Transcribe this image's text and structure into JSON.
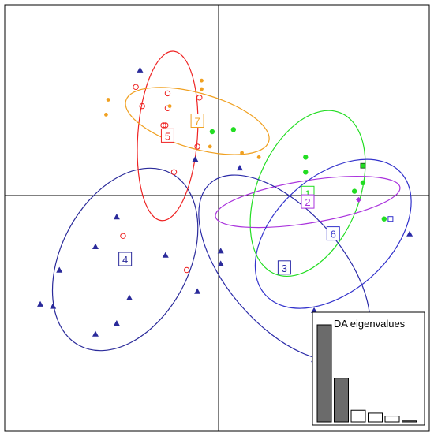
{
  "chart_data": {
    "type": "scatter",
    "description_axes": {
      "xlim": [
        -100,
        100
      ],
      "ylim": [
        -100,
        100
      ],
      "origin_lines": true,
      "grid": false
    },
    "colors": {
      "g1": "#22dd22",
      "g2": "#aa33dd",
      "g3": "#2a2aa8",
      "g4": "#2a2a9a",
      "g5": "#ee2222",
      "g6": "#3333cc",
      "g7": "#f0a020"
    },
    "groups": [
      {
        "label": "1",
        "color": "g1",
        "center": [
          42,
          1
        ],
        "ellipse": {
          "rx": 41,
          "ry": 24,
          "angle": -68
        }
      },
      {
        "label": "2",
        "color": "g2",
        "center": [
          42,
          -3
        ],
        "ellipse": {
          "rx": 44,
          "ry": 10,
          "angle": -9
        }
      },
      {
        "label": "3",
        "color": "g3",
        "center": [
          31,
          -34
        ],
        "ellipse": {
          "rx": 53,
          "ry": 27,
          "angle": 49
        }
      },
      {
        "label": "4",
        "color": "g4",
        "center": [
          -44,
          -30
        ],
        "ellipse": {
          "rx": 46,
          "ry": 30,
          "angle": -62
        }
      },
      {
        "label": "5",
        "color": "g5",
        "center": [
          -24,
          28
        ],
        "ellipse": {
          "rx": 40,
          "ry": 14,
          "angle": -86
        }
      },
      {
        "label": "6",
        "color": "g6",
        "center": [
          54,
          -18
        ],
        "ellipse": {
          "rx": 43,
          "ry": 27,
          "angle": -42
        }
      },
      {
        "label": "7",
        "color": "g7",
        "center": [
          -10,
          35
        ],
        "ellipse": {
          "rx": 35,
          "ry": 13,
          "angle": 16
        }
      }
    ],
    "points": [
      {
        "g": "g1",
        "shape": "dot",
        "x": 7,
        "y": 31
      },
      {
        "g": "g1",
        "shape": "dot",
        "x": -3,
        "y": 30
      },
      {
        "g": "g1",
        "shape": "dot",
        "x": 41,
        "y": 18
      },
      {
        "g": "g1",
        "shape": "dot",
        "x": 41,
        "y": 11
      },
      {
        "g": "g1",
        "shape": "dot",
        "x": 68,
        "y": 6
      },
      {
        "g": "g1",
        "shape": "dot",
        "x": 64,
        "y": 2
      },
      {
        "g": "g1",
        "shape": "dot",
        "x": 78,
        "y": -11
      },
      {
        "g": "g1",
        "shape": "square",
        "x": 68,
        "y": 14
      },
      {
        "g": "g2",
        "shape": "diamond",
        "x": 66,
        "y": -2
      },
      {
        "g": "g3",
        "shape": "tri",
        "x": 10,
        "y": 13
      },
      {
        "g": "g3",
        "shape": "tri",
        "x": 90,
        "y": -18
      },
      {
        "g": "g3",
        "shape": "tri",
        "x": 45,
        "y": -54
      },
      {
        "g": "g3",
        "shape": "tri",
        "x": 45,
        "y": -77
      },
      {
        "g": "g6",
        "shape": "square-open",
        "x": 81,
        "y": -11
      },
      {
        "g": "g4",
        "shape": "tri",
        "x": -48,
        "y": -10
      },
      {
        "g": "g4",
        "shape": "tri",
        "x": -58,
        "y": -24
      },
      {
        "g": "g4",
        "shape": "tri",
        "x": -75,
        "y": -35
      },
      {
        "g": "g4",
        "shape": "tri",
        "x": -25,
        "y": -28
      },
      {
        "g": "g4",
        "shape": "tri",
        "x": -42,
        "y": -48
      },
      {
        "g": "g4",
        "shape": "tri",
        "x": -84,
        "y": -51
      },
      {
        "g": "g4",
        "shape": "tri",
        "x": -78,
        "y": -52
      },
      {
        "g": "g4",
        "shape": "tri",
        "x": -48,
        "y": -60
      },
      {
        "g": "g4",
        "shape": "tri",
        "x": -58,
        "y": -65
      },
      {
        "g": "g4",
        "shape": "tri",
        "x": -10,
        "y": -45
      },
      {
        "g": "g4",
        "shape": "tri",
        "x": 1,
        "y": -26
      },
      {
        "g": "g4",
        "shape": "tri",
        "x": 1,
        "y": -32
      },
      {
        "g": "g4",
        "shape": "tri",
        "x": -37,
        "y": 59
      },
      {
        "g": "g4",
        "shape": "tri",
        "x": -11,
        "y": 17
      },
      {
        "g": "g5",
        "shape": "circle-open",
        "x": -39,
        "y": 51
      },
      {
        "g": "g5",
        "shape": "circle-open",
        "x": -36,
        "y": 42
      },
      {
        "g": "g5",
        "shape": "circle-open",
        "x": -24,
        "y": 48
      },
      {
        "g": "g5",
        "shape": "circle-open",
        "x": -24,
        "y": 41
      },
      {
        "g": "g5",
        "shape": "circle-open",
        "x": -25,
        "y": 33
      },
      {
        "g": "g5",
        "shape": "circle-open",
        "x": -26,
        "y": 33
      },
      {
        "g": "g5",
        "shape": "circle-open",
        "x": -21,
        "y": 11
      },
      {
        "g": "g5",
        "shape": "circle-open",
        "x": -10,
        "y": 23
      },
      {
        "g": "g5",
        "shape": "circle-open",
        "x": -9,
        "y": 46
      },
      {
        "g": "g5",
        "shape": "circle-open",
        "x": -45,
        "y": -19
      },
      {
        "g": "g5",
        "shape": "circle-open",
        "x": -15,
        "y": -35
      },
      {
        "g": "g7",
        "shape": "dot",
        "x": -52,
        "y": 45
      },
      {
        "g": "g7",
        "shape": "dot",
        "x": -53,
        "y": 38
      },
      {
        "g": "g7",
        "shape": "dot",
        "x": -8,
        "y": 54
      },
      {
        "g": "g7",
        "shape": "dot",
        "x": -23,
        "y": 42
      },
      {
        "g": "g7",
        "shape": "dot",
        "x": -8,
        "y": 50
      },
      {
        "g": "g7",
        "shape": "dot",
        "x": -4,
        "y": 23
      },
      {
        "g": "g7",
        "shape": "dot",
        "x": 11,
        "y": 20
      },
      {
        "g": "g7",
        "shape": "dot",
        "x": 19,
        "y": 18
      }
    ],
    "inset": {
      "title": "DA eigenvalues",
      "values": [
        100,
        45,
        12,
        9,
        6,
        1
      ],
      "filled": [
        true,
        true,
        false,
        false,
        false,
        false
      ]
    }
  }
}
